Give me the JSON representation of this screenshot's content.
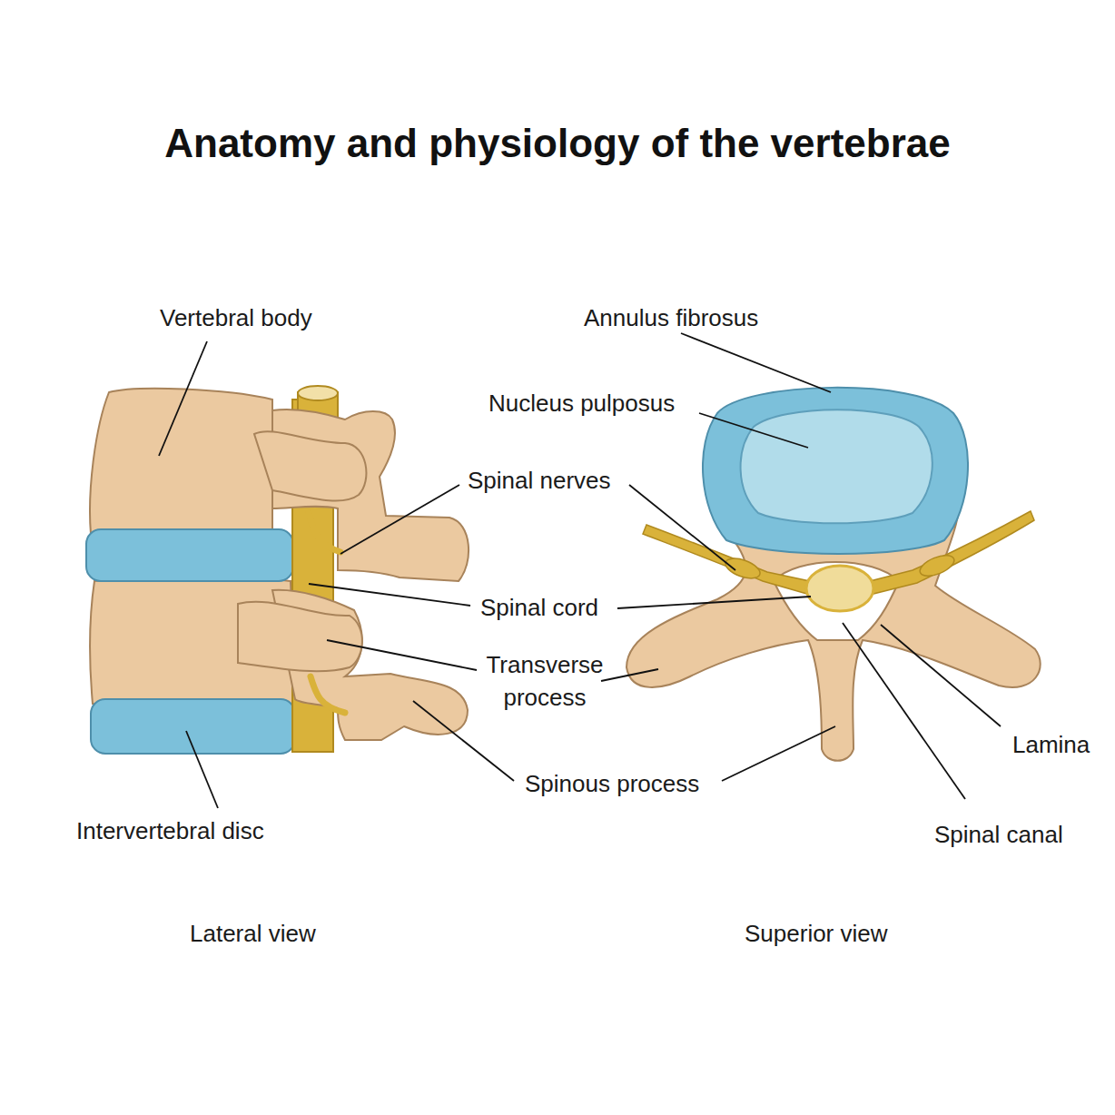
{
  "diagram": {
    "title": "Anatomy and physiology of the vertebrae",
    "labels": [
      "Vertebral body",
      "Annulus fibrosus",
      "Nucleus pulposus",
      "Spinal nerves",
      "Spinal cord",
      "Transverse process",
      "Spinous process",
      "Intervertebral disc",
      "Lamina",
      "Spinal canal",
      "Lateral view",
      "Superior view"
    ]
  }
}
